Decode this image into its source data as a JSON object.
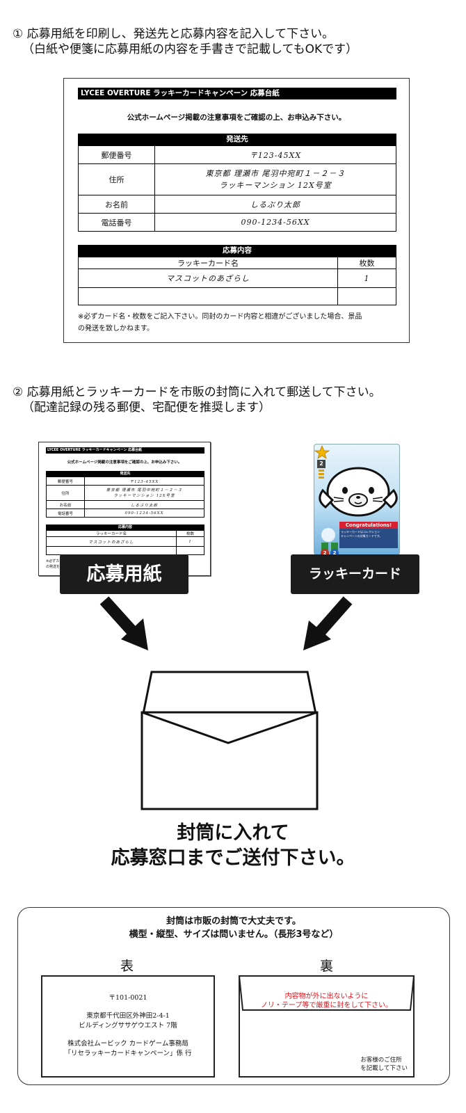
{
  "step1": {
    "line1": "① 応募用紙を印刷し、発送先と応募内容を記入して下さい。",
    "line2": "（白紙や便箋に応募用紙の内容を手書きで記載してもOKです）"
  },
  "form": {
    "title": "LYCEE OVERTURE ラッキーカードキャンペーン 応募台紙",
    "note": "公式ホームページ掲載の注意事項をご確認の上、お申込み下さい。",
    "shipping_header": "発送先",
    "rows": [
      {
        "label": "郵便番号",
        "value": "〒123-45XX"
      },
      {
        "label": "住所",
        "value": "東京都 理瀬市 尾羽中宛町１－２－３",
        "value2": "ラッキーマンション 12X号室"
      },
      {
        "label": "お名前",
        "value": "しるぶり太郎"
      },
      {
        "label": "電話番号",
        "value": "090-1234-56XX"
      }
    ],
    "entry_header": "応募内容",
    "col_card": "ラッキーカード名",
    "col_qty": "枚数",
    "entry_card": "マスコットのあざらし",
    "entry_qty": "1",
    "footnote1": "※必ずカード名・枚数をご記入下さい。同封のカード内容と相違がございました場合、景品",
    "footnote2": "の発送を致しかねます。"
  },
  "step2": {
    "line1": "② 応募用紙とラッキーカードを市販の封筒に入れて郵送して下さい。",
    "line2": "（配達記録の残る郵便、宅配便を推奨します）"
  },
  "mini_form": {
    "footnote_line1": "※必ずカ",
    "footnote_line2": "の発送を"
  },
  "labels": {
    "form_tag": "応募用紙",
    "card_tag": "ラッキーカード"
  },
  "card": {
    "cost": "2",
    "banner": "Congratulations!",
    "text1": "ラッキーカードはコレクション",
    "text2": "キャンペーンの対象カードです。",
    "level_a": "2",
    "level_b": "2"
  },
  "message": {
    "line1": "封筒に入れて",
    "line2": "応募窓口までご送付下さい。"
  },
  "envelope_info": {
    "line1": "封筒は市販の封筒で大丈夫です。",
    "line2": "横型・縦型、サイズは問いません。（長形3号など）",
    "front_label": "表",
    "back_label": "裏",
    "postal": "〒101-0021",
    "addr1": "東京都千代田区外神田2-4-1",
    "addr2": "ビルディングササゲウエスト 7階",
    "company": "株式会社ムービック カードゲーム事務局",
    "dept": "「リセラッキーカードキャンペーン」係 行",
    "seal1": "内容物が外に出ないように",
    "seal2": "ノリ・テープ等で厳重に封をして下さい。",
    "sender1": "お客様のご住所",
    "sender2": "を記載して下さい"
  }
}
